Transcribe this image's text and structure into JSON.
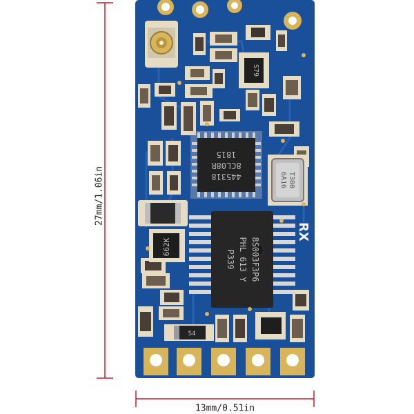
{
  "dimensions": {
    "height": "27mm/1.06in",
    "width": "13mm/0.51in",
    "line_color": "#d11a2a"
  },
  "board": {
    "pcb_color": "#1a4f9a",
    "pad_color": "#e6dcc4",
    "gold_color": "#d8b45a"
  },
  "components": {
    "mcu": {
      "lines": [
        "445318",
        "8CL08R",
        "1815"
      ]
    },
    "crystal": {
      "lines": [
        "T300",
        "6A16"
      ]
    },
    "transceiver": {
      "lines": [
        "8S003F3P6",
        "PHL 613 Y",
        "P339"
      ]
    },
    "chip_62k": {
      "text": "662K"
    },
    "small_ic": {
      "text": "S79"
    },
    "diode": {
      "text": "S4"
    }
  },
  "silkscreen": {
    "marking": "RX"
  }
}
